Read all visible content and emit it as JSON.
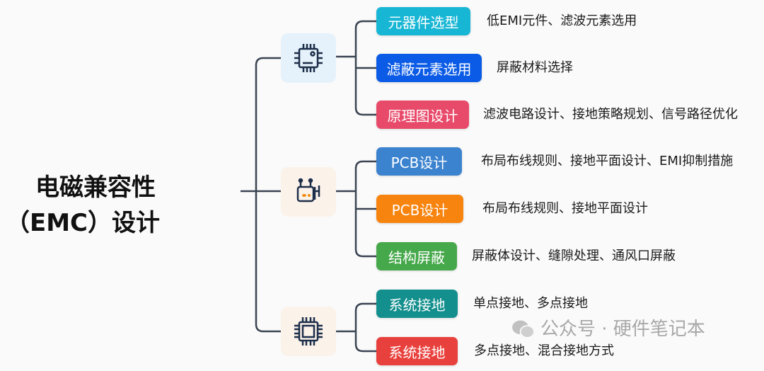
{
  "title": {
    "line1": "电磁兼容性",
    "line2": "（EMC）设计"
  },
  "groups": [
    {
      "icon": "chip-icon",
      "items": [
        {
          "label": "元器件选型",
          "desc": "低EMI元件、滤波元素选用",
          "color": "#17b6d4"
        },
        {
          "label": "滤蔽元素选用",
          "desc": "屏蔽材料选择",
          "color": "#0b5be6"
        },
        {
          "label": "原理图设计",
          "desc": "滤波电路设计、接地策略规划、信号路径优化",
          "color": "#e84a6a"
        }
      ]
    },
    {
      "icon": "device-icon",
      "items": [
        {
          "label": "PCB设计",
          "desc": "布局布线规则、接地平面设计、EMI抑制措施",
          "color": "#3c83cf"
        },
        {
          "label": "PCB设计",
          "desc": "布局布线规则、接地平面设计",
          "color": "#f7840f"
        },
        {
          "label": "结构屏蔽",
          "desc": "屏蔽体设计、缝隙处理、通风口屏蔽",
          "color": "#45a84a"
        }
      ]
    },
    {
      "icon": "processor-icon",
      "items": [
        {
          "label": "系统接地",
          "desc": "单点接地、多点接地",
          "color": "#138f8d"
        },
        {
          "label": "系统接地",
          "desc": "多点接地、混合接地方式",
          "color": "#e8413d"
        }
      ]
    }
  ],
  "watermark": "公众号 · 硬件笔记本"
}
